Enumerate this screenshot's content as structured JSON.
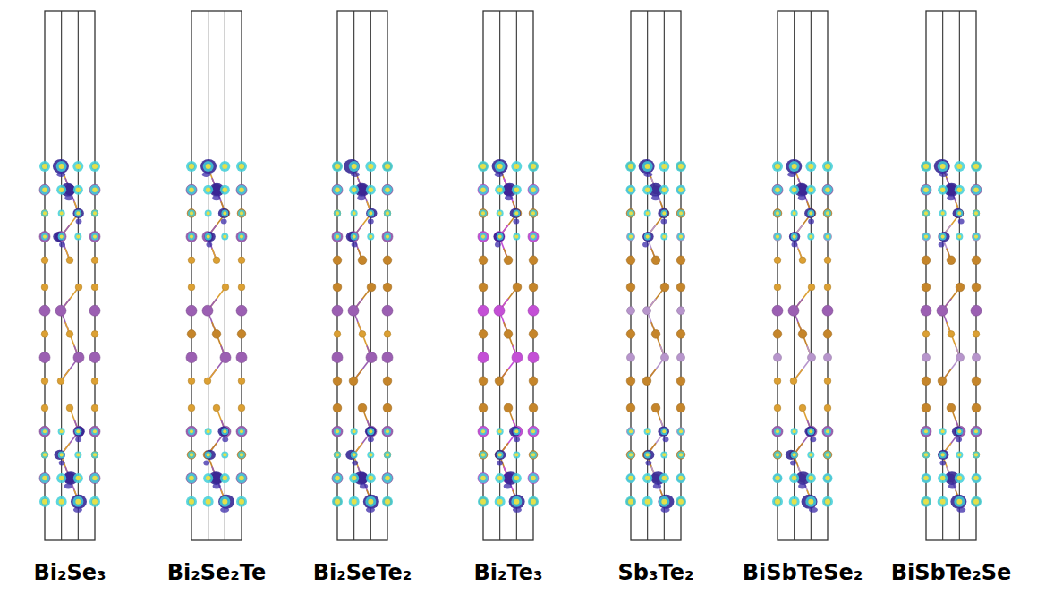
{
  "diagram": {
    "labels": [
      "Bi₂Se₃",
      "Bi₂Se₂Te",
      "Bi₂SeTe₂",
      "Bi₂Te₃",
      "Sb₃Te₂",
      "BiSbTeSe₂",
      "BiSbTe₂Se"
    ]
  }
}
